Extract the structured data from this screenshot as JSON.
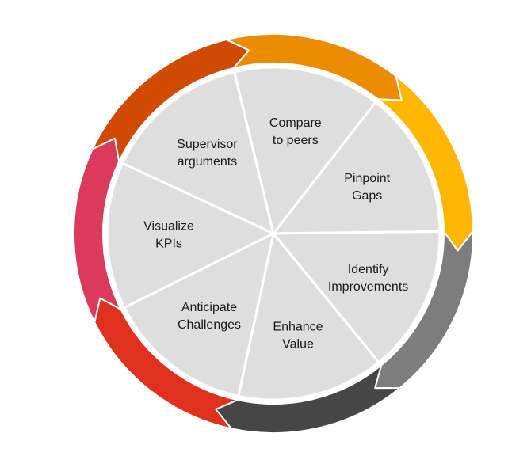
{
  "diagram": {
    "segments": [
      {
        "lines": [
          "Supervisor",
          "arguments"
        ],
        "ring_color": "#D04A02"
      },
      {
        "lines": [
          "Compare",
          "to peers"
        ],
        "ring_color": "#EB8C00"
      },
      {
        "lines": [
          "Pinpoint",
          "Gaps"
        ],
        "ring_color": "#FFB600"
      },
      {
        "lines": [
          "Identify",
          "Improvements"
        ],
        "ring_color": "#7D7D7D"
      },
      {
        "lines": [
          "Enhance",
          "Value"
        ],
        "ring_color": "#464646"
      },
      {
        "lines": [
          "Anticipate",
          "Challenges"
        ],
        "ring_color": "#E0301E"
      },
      {
        "lines": [
          "Visualize",
          "KPIs"
        ],
        "ring_color": "#DB3A5C"
      }
    ],
    "wedge_fill": "#DEDEDE",
    "divider_color": "#FFFFFF"
  }
}
